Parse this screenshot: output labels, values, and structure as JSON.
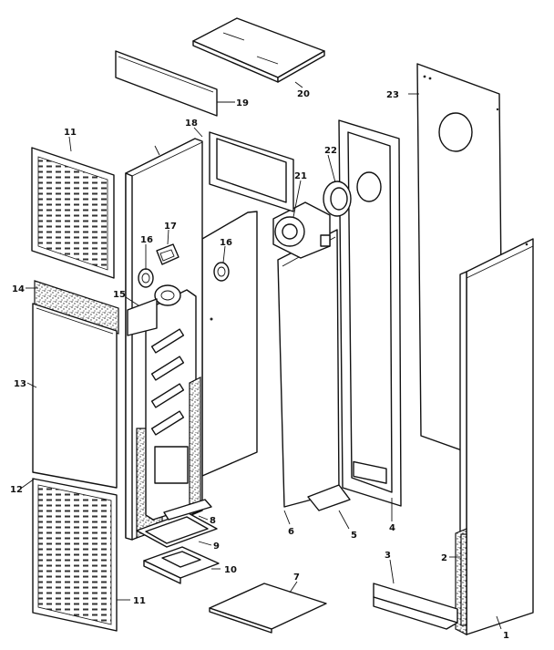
{
  "callouts": {
    "c1": "1",
    "c2": "2",
    "c3": "3",
    "c4": "4",
    "c5": "5",
    "c6": "6",
    "c7": "7",
    "c8": "8",
    "c9": "9",
    "c10": "10",
    "c11_top": "11",
    "c11_bottom": "11",
    "c12": "12",
    "c13": "13",
    "c14": "14",
    "c15": "15",
    "c16_left": "16",
    "c16_right": "16",
    "c17": "17",
    "c18": "18",
    "c19": "19",
    "c20": "20",
    "c21": "21",
    "c22": "22",
    "c23": "23"
  }
}
